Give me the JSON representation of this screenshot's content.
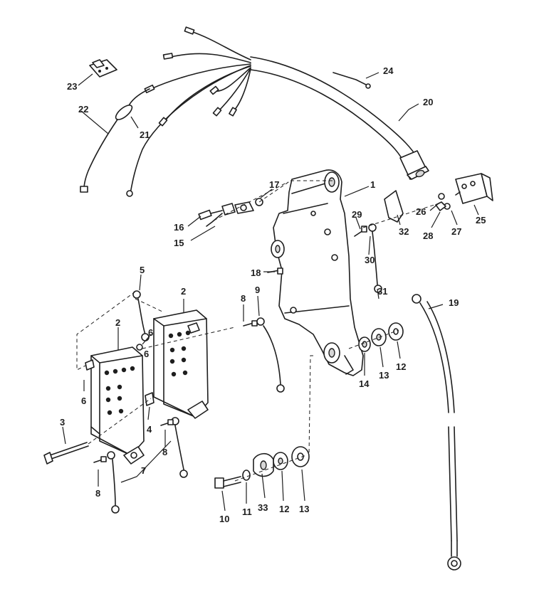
{
  "callouts": [
    "1",
    "2",
    "2",
    "3",
    "4",
    "5",
    "6",
    "6",
    "6",
    "7",
    "8",
    "8",
    "8",
    "9",
    "10",
    "11",
    "12",
    "12",
    "13",
    "13",
    "14",
    "15",
    "16",
    "17",
    "18",
    "19",
    "20",
    "21",
    "22",
    "23",
    "24",
    "25",
    "26",
    "27",
    "28",
    "29",
    "30",
    "31",
    "32",
    "33"
  ]
}
